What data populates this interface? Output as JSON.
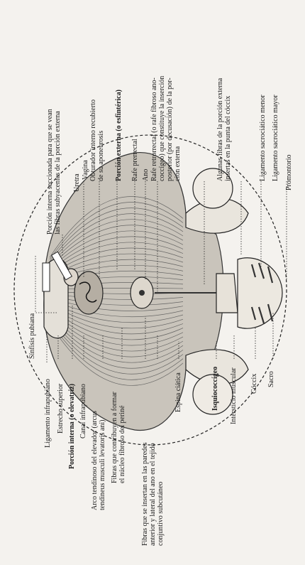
{
  "labels": {
    "porcion_interna_seccionada": [
      "Porción interna seccionada para que se vean",
      "las fibras subyacentes de la porción externa"
    ],
    "uretra": [
      "Uretra"
    ],
    "vagina": [
      "Vagina"
    ],
    "obturador_interno": [
      "Obturador interno recubierto",
      "de su aponeurosis"
    ],
    "porcion_externa": [
      "Porción externa (o esfintérica)"
    ],
    "rafe_prerrectal": [
      "Rafe prerrectal"
    ],
    "ano": [
      "Ano"
    ],
    "rafe_retrorrectal": [
      "Rafe retrorrectal (o rafe fibroso ano-",
      "coccígeo) que constituye la inserción",
      "posterior (por decusación) de la por-",
      "ción externa"
    ],
    "algunas_fibras": [
      "Algunas fibras de la porción externa",
      "insertas en la punta del cóccix"
    ],
    "ligamento_sacrociatico_menor": [
      "Ligamento sacrociático menor"
    ],
    "ligamento_sacrociatico_mayor": [
      "Ligamento sacrociático mayor"
    ],
    "promontorio": [
      "Promontorio"
    ],
    "sinfisis_pubiana": [
      "Sínfisis pubiana"
    ],
    "ligamento_infrapubiano": [
      "Ligamento infrapubiano"
    ],
    "estrecho_superior": [
      "Estrecho superior"
    ],
    "porcion_interna": [
      "Porción interna (o elevatriz)"
    ],
    "canal_infrapubiano": [
      "Canal infrapubiano"
    ],
    "arco_tendinoso": [
      "Arco tendinoso del elevador (arcus",
      "tendineus musculi levatoris ani)"
    ],
    "fibras_nucleo": [
      "Fibras que contribuyen a formar",
      "el núcleo fibroso del periné"
    ],
    "fibras_paredes": [
      "Fibras que se insertan en las paredes",
      "anterior y lateral del ano en el tejido",
      "conjuntivo subcutáneo"
    ],
    "espina_ciatica": [
      "Espina ciática"
    ],
    "isquiococcigeo": [
      "Isquiococcígeo"
    ],
    "intersticio_muscular": [
      "Intersticio muscular"
    ],
    "coccix": [
      "Cóccix"
    ],
    "sacro": [
      "Sacro"
    ]
  }
}
